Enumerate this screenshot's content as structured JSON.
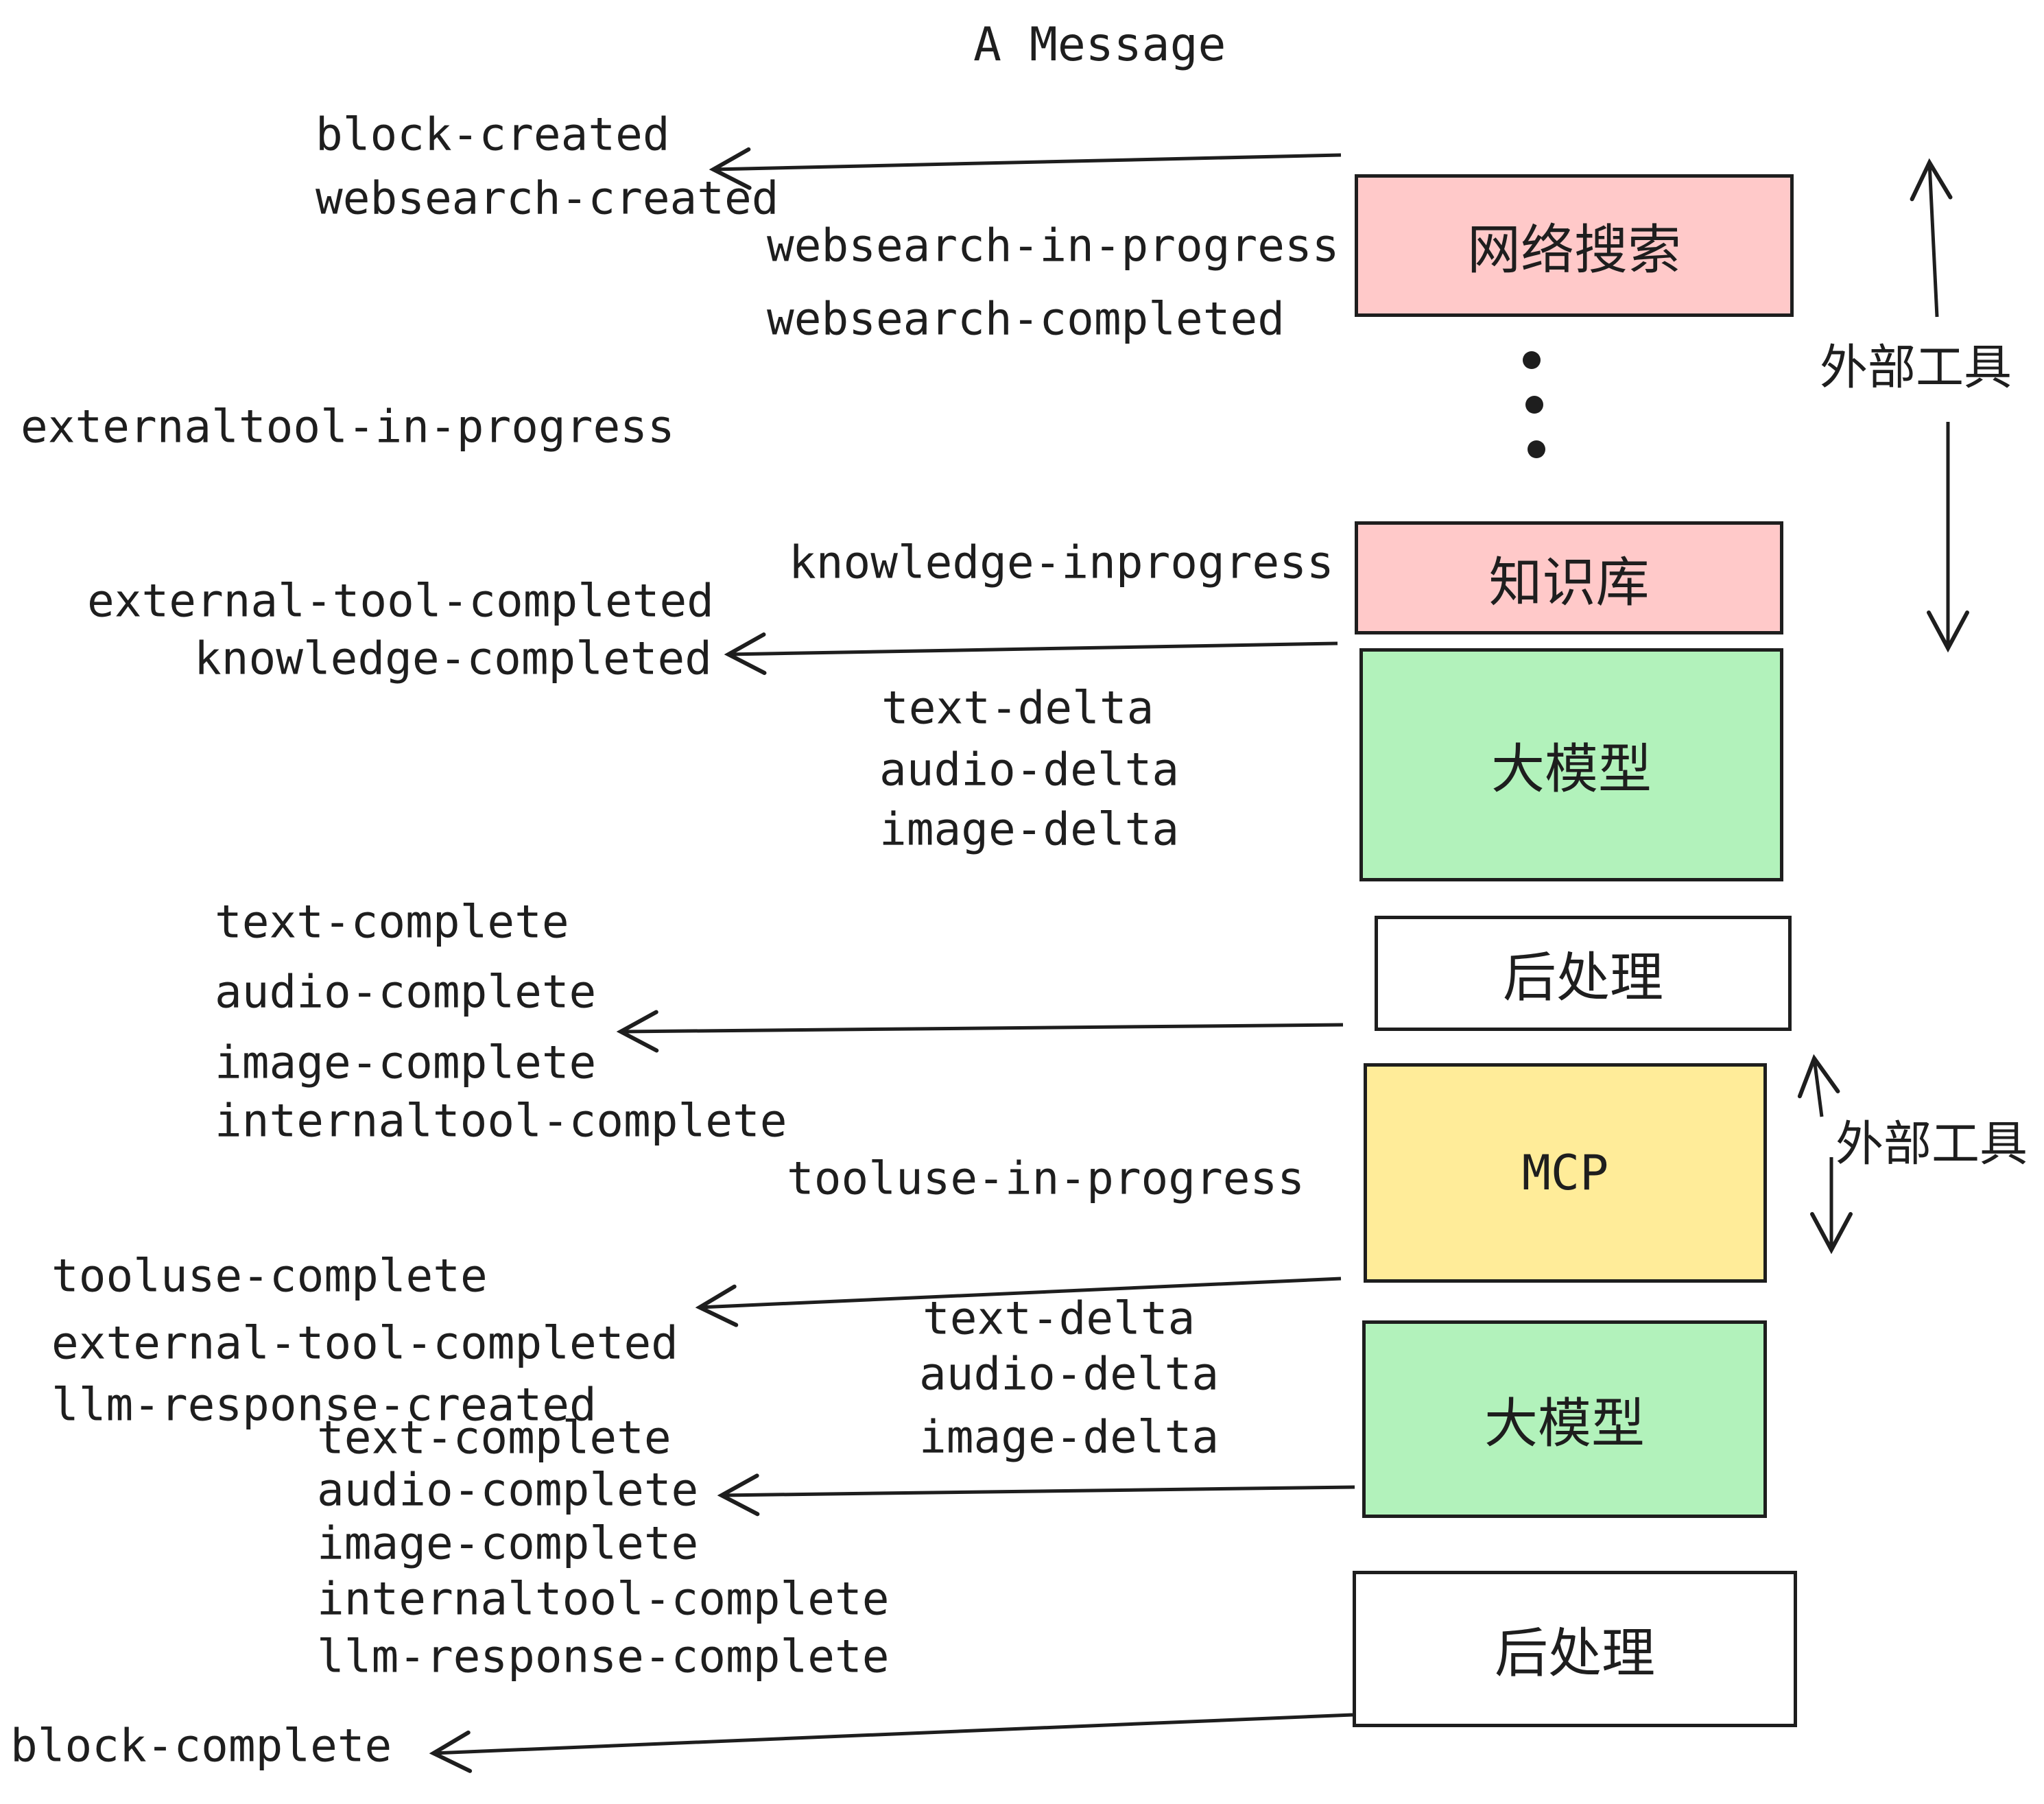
{
  "title": "A Message",
  "colors": {
    "stroke": "#1e1e1e",
    "box_pink": "#ffc9c9",
    "box_green": "#b2f2bb",
    "box_yellow": "#ffec99",
    "box_white": "#ffffff",
    "background": "#ffffff"
  },
  "boxes": {
    "websearch": {
      "label": "网络搜索"
    },
    "knowledge": {
      "label": "知识库"
    },
    "llm_top": {
      "label": "大模型"
    },
    "post_top": {
      "label": "后处理"
    },
    "mcp": {
      "label": "MCP"
    },
    "llm_bottom": {
      "label": "大模型"
    },
    "post_bottom": {
      "label": "后处理"
    }
  },
  "annotations": {
    "external_tools_top": "外部工具",
    "external_tools_bottom": "外部工具"
  },
  "events": {
    "block_created": "block-created",
    "websearch_created": "websearch-created",
    "websearch_in_progress": "websearch-in-progress",
    "websearch_completed": "websearch-completed",
    "externaltool_in_progress": "externaltool-in-progress",
    "knowledge_inprogress": "knowledge-inprogress",
    "external_tool_completed_1": "external-tool-completed",
    "knowledge_completed": "knowledge-completed",
    "text_delta_1": "text-delta",
    "audio_delta_1": "audio-delta",
    "image_delta_1": "image-delta",
    "text_complete_1": "text-complete",
    "audio_complete_1": "audio-complete",
    "image_complete_1": "image-complete",
    "internaltool_complete_1": "internaltool-complete",
    "tooluse_in_progress": "tooluse-in-progress",
    "tooluse_complete": "tooluse-complete",
    "external_tool_completed_2": "external-tool-completed",
    "llm_response_created": "llm-response-created",
    "text_complete_2": "text-complete",
    "text_delta_2": "text-delta",
    "audio_delta_2": "audio-delta",
    "image_delta_2": "image-delta",
    "audio_complete_2": "audio-complete",
    "image_complete_2": "image-complete",
    "internaltool_complete_2": "internaltool-complete",
    "llm_response_complete": "llm-response-complete",
    "block_complete": "block-complete"
  }
}
